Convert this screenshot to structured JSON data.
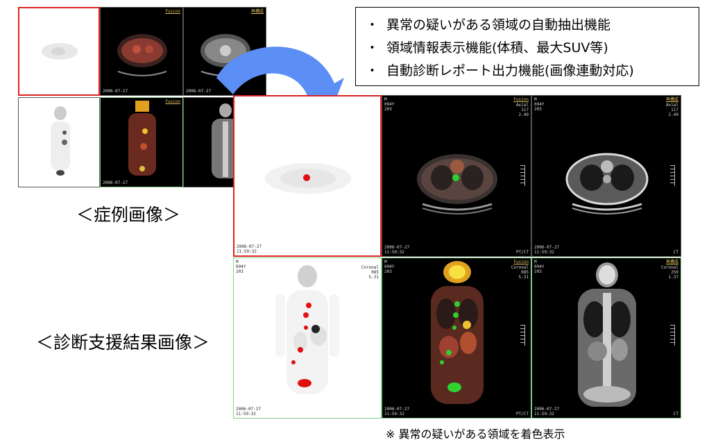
{
  "features": [
    {
      "bullet": "・",
      "text": "異常の疑いがある領域の自動抽出機能"
    },
    {
      "bullet": "・",
      "text": "領域情報表示機能(体積、最大SUV等)"
    },
    {
      "bullet": "・",
      "text": "自動診断レポート出力機能(画像連動対応)"
    }
  ],
  "case_caption": "＜症例画像＞",
  "result_caption": "＜診断支援結果画像＞",
  "note": "※ 異常の疑いがある領域を着色表示",
  "large_panels": {
    "axial_pet": {
      "tl": "",
      "bl": "2006-07-27\n11:59:32"
    },
    "axial_fusion": {
      "tr_link": "Fusion",
      "tr": "Axial\n117\n2.49",
      "tl": "M\n094Y\n203",
      "bl": "2006-07-27\n11:59:32",
      "br": "PT/CT"
    },
    "axial_ct": {
      "tr_link": "再構成",
      "tr": "Axial\n117\n2.49",
      "tl": "M\n094Y\n203",
      "bl": "2006-07-27\n11:59:32",
      "br": "CT"
    },
    "coronal_pet": {
      "tr_link": "",
      "tr": "Coronal\n085\n5.31",
      "tl": "M\n094Y\n203",
      "bl": "2006-07-27\n11:59:32"
    },
    "coronal_fusion": {
      "tr_link": "Fusion",
      "tr": "Coronal\n085\n5.31",
      "tl": "M\n094Y\n203",
      "bl": "2006-07-27\n11:59:32",
      "br": "PT/CT"
    },
    "coronal_ct": {
      "tr_link": "再構成",
      "tr": "Coronal\n259\n1.37",
      "tl": "M\n094Y\n203",
      "bl": "2006-07-27\n11:59:32",
      "br": "CT"
    }
  },
  "small_panels": {
    "axial_fusion": {
      "tr_link": "Fusion"
    },
    "axial_ct": {
      "tr_link": "再構成"
    },
    "coronal_fusion": {
      "tr_link": "Fusion"
    },
    "date": "2006-07-27"
  },
  "colors": {
    "highlight_red": "#e01010",
    "highlight_green": "#30d030",
    "arrow_blue": "#5b8ff5",
    "border_red": "#d22222",
    "border_green": "#88cc88"
  }
}
